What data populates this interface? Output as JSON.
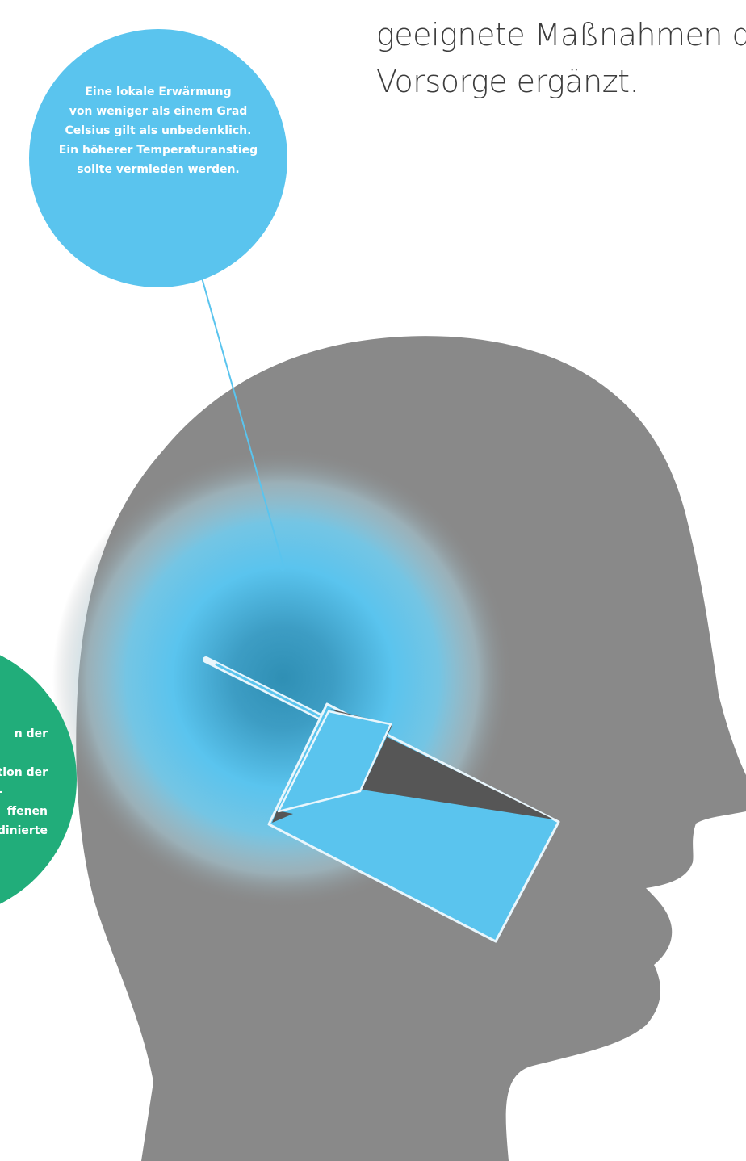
{
  "intro": {
    "line1": "geeignete Maßnahmen der",
    "line2": "Vorsorge ergänzt."
  },
  "callout_blue": {
    "lines": [
      "Eine lokale Erwärmung",
      "von weniger als einem Grad",
      "Celsius gilt als unbedenklich.",
      "Ein höherer Temperaturanstieg",
      "sollte vermieden werden."
    ]
  },
  "callout_green": {
    "visible_fragments": [
      "n der",
      "ation der",
      "-",
      "ffenen",
      "dinierte"
    ]
  },
  "colors": {
    "head": "#898989",
    "phone_body": "#5ac4ee",
    "phone_screen_dark": "#565656",
    "glow": "#5ac4ee",
    "callout_blue": "#5ac4ee",
    "callout_green": "#21ad7a",
    "intro_text": "#3c3c3c"
  },
  "icons": {
    "head": "human-head-profile",
    "phone": "mobile-phone-with-antenna",
    "radiation": "heat-radiation-glow"
  }
}
